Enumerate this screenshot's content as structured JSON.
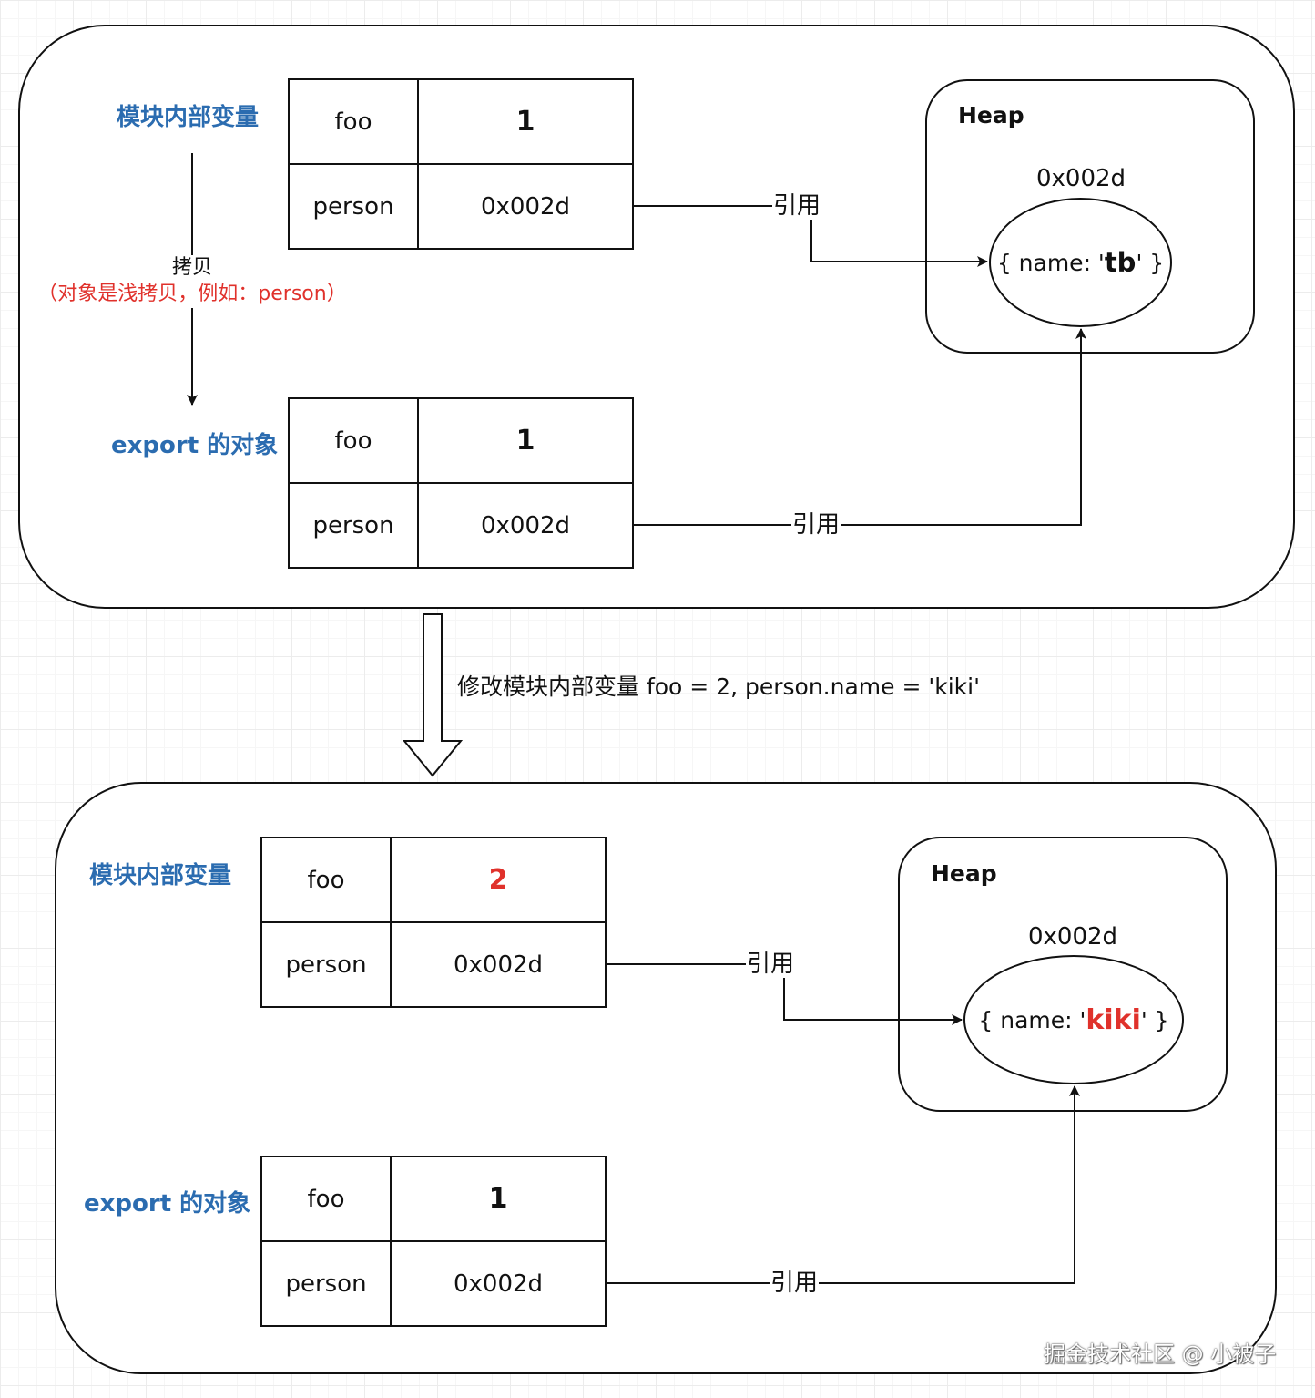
{
  "top": {
    "module_label": "模块内部变量",
    "export_label": "export 的对象",
    "copy_label": "拷贝",
    "copy_note": "（对象是浅拷贝，例如：person）",
    "module_table": [
      {
        "key": "foo",
        "value": "1"
      },
      {
        "key": "person",
        "value": "0x002d"
      }
    ],
    "export_table": [
      {
        "key": "foo",
        "value": "1"
      },
      {
        "key": "person",
        "value": "0x002d"
      }
    ],
    "heap": {
      "title": "Heap",
      "address": "0x002d",
      "object_prefix": "{ name: '",
      "object_name": "tb",
      "object_suffix": "' }"
    },
    "ref_label_1": "引用",
    "ref_label_2": "引用"
  },
  "transition_label": "修改模块内部变量 foo = 2, person.name = 'kiki'",
  "bottom": {
    "module_label": "模块内部变量",
    "export_label": "export 的对象",
    "module_table": [
      {
        "key": "foo",
        "value": "2"
      },
      {
        "key": "person",
        "value": "0x002d"
      }
    ],
    "export_table": [
      {
        "key": "foo",
        "value": "1"
      },
      {
        "key": "person",
        "value": "0x002d"
      }
    ],
    "heap": {
      "title": "Heap",
      "address": "0x002d",
      "object_prefix": "{ name: '",
      "object_name": "kiki",
      "object_suffix": "' }"
    },
    "ref_label_1": "引用",
    "ref_label_2": "引用"
  },
  "watermark": "掘金技术社区 @ 小被子",
  "colors": {
    "label_blue": "#2b6cb0",
    "highlight_red": "#e0312b",
    "stroke": "#111111"
  }
}
